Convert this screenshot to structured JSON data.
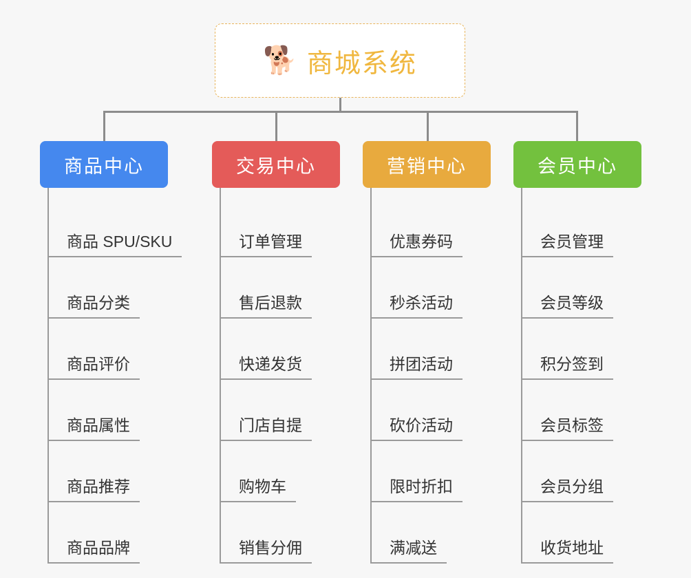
{
  "root": {
    "icon": "shiba-dog-face-emoji",
    "icon_glyph": "🐕",
    "title": "商城系统",
    "border_color": "#e8b45a",
    "text_color": "#f0b73f",
    "background": "#ffffff"
  },
  "canvas": {
    "background": "#f7f7f7",
    "connector_color": "#8c8c8c",
    "spine_color": "#9a9a9a",
    "leaf_text_color": "#333333"
  },
  "branches": [
    {
      "id": "product-center",
      "label": "商品中心",
      "color": "#4588ee",
      "items": [
        {
          "label": "商品 SPU/SKU"
        },
        {
          "label": "商品分类"
        },
        {
          "label": "商品评价"
        },
        {
          "label": "商品属性"
        },
        {
          "label": "商品推荐"
        },
        {
          "label": "商品品牌"
        }
      ]
    },
    {
      "id": "trade-center",
      "label": "交易中心",
      "color": "#e45b59",
      "items": [
        {
          "label": "订单管理"
        },
        {
          "label": "售后退款"
        },
        {
          "label": "快递发货"
        },
        {
          "label": "门店自提"
        },
        {
          "label": "购物车"
        },
        {
          "label": "销售分佣"
        }
      ]
    },
    {
      "id": "marketing-center",
      "label": "营销中心",
      "color": "#e8aa3e",
      "items": [
        {
          "label": "优惠券码"
        },
        {
          "label": "秒杀活动"
        },
        {
          "label": "拼团活动"
        },
        {
          "label": "砍价活动"
        },
        {
          "label": "限时折扣"
        },
        {
          "label": "满减送"
        }
      ]
    },
    {
      "id": "member-center",
      "label": "会员中心",
      "color": "#73c13e",
      "items": [
        {
          "label": "会员管理"
        },
        {
          "label": "会员等级"
        },
        {
          "label": "积分签到"
        },
        {
          "label": "会员标签"
        },
        {
          "label": "会员分组"
        },
        {
          "label": "收货地址"
        }
      ]
    }
  ]
}
